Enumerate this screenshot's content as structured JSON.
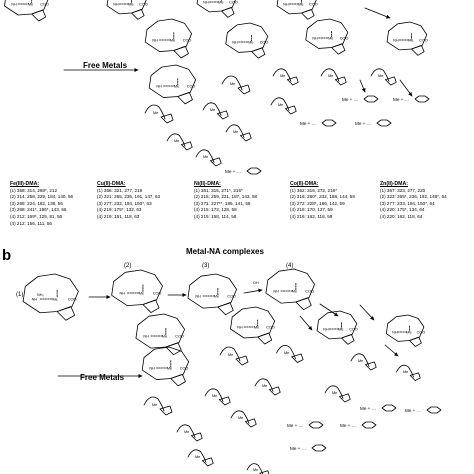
{
  "panel_b_letter": "b",
  "heading_b": "Metal-NA complexes",
  "free_metals_label": "Free Metals",
  "step_labels": [
    "(1)",
    "(2)",
    "(3)",
    "(4)"
  ],
  "atom_labels": {
    "metal": "Me",
    "amine": "NH",
    "amine2": "NH₂",
    "carboxylate": "COO",
    "hydroxyl": "OH"
  },
  "product_label": "Me + …",
  "fragment_tables": [
    {
      "header": "Fe(III)-DMA:",
      "rows": [
        "(1) 358: 314, 268*, 212",
        "(2) 314: 258, 229, 184, 140, 56",
        "(3) 268: 224, 182, 138, 56",
        "(3) 268: 241*, 196*, 143, 56",
        "(4) 212: 169*, 125, 81, 56",
        "(4) 212: 156, 111, 56"
      ]
    },
    {
      "header": "Cu(II)-DMA:",
      "rows": [
        "(1) 366: 321, 277, 219",
        "(2) 321: 265, 235, 191, 147, 63",
        "(3) 277: 232, 194, 150*, 63",
        "(4) 219: 175*, 132, 63",
        "(4) 219: 161, 118, 63"
      ]
    },
    {
      "header": "Ni(II)-DMA:",
      "rows": [
        "(1) 361: 315, 271*, 215*",
        "(2) 315: 259, 231, 187, 143, 58",
        "(3) 271: 227**, 185, 141, 58",
        "(4) 215: 172, 128, 58",
        "(4) 215: 158, 114, 58"
      ]
    },
    {
      "header": "Co(II)-DMA:",
      "rows": [
        "(1) 362: 316, 272, 216*",
        "(2) 316: 260*, 232, 188, 144, 59",
        "(3) 272: 228*, 186, 142, 59",
        "(4) 216: 170, 127, 59",
        "(4) 216: 162, 118, 59"
      ]
    },
    {
      "header": "Zn(II)-DMA:",
      "rows": [
        "(1) 367: 323, 277, 220",
        "(2) 323: 265*, 236, 192, 148*, 64",
        "(3) 277: 233, 194, 150*, 64",
        "(4) 220: 175*, 134, 64",
        "(4) 220: 162, 118, 64"
      ]
    }
  ]
}
